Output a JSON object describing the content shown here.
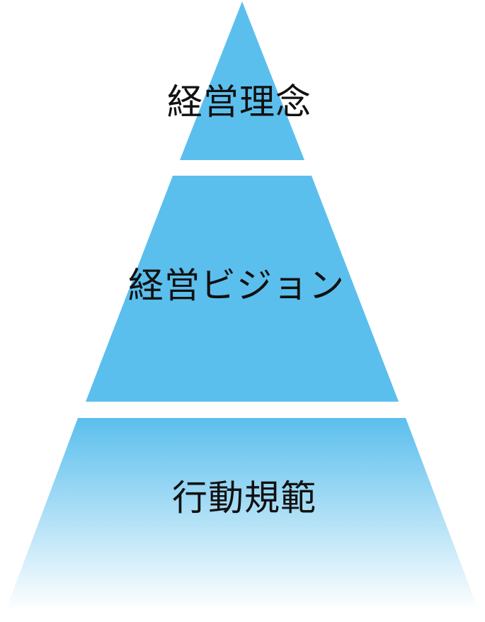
{
  "diagram": {
    "tiers": [
      {
        "label": "経営理念"
      },
      {
        "label": "経営ビジョン"
      },
      {
        "label": "行動規範"
      }
    ],
    "colors": {
      "tier_fill": "#5bbfed",
      "fade_to": "#ffffff",
      "label_text": "#111111",
      "background": "#ffffff"
    }
  }
}
